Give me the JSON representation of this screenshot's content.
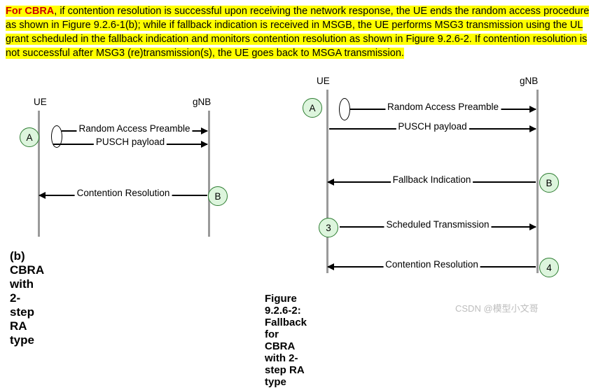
{
  "paragraph": {
    "lead": "For CBRA",
    "rest": ", if contention resolution is successful upon receiving the network response, the UE ends the random access procedure as shown in Figure 9.2.6-1(b); while if fallback indication is received in MSGB, the UE performs MSG3 transmission using the UL grant scheduled in the fallback indication and monitors contention resolution as shown in Figure 9.2.6-2. If contention resolution is not successful after MSG3 (re)transmission(s), the UE goes back to MSGA transmission."
  },
  "left_diagram": {
    "ue_label": "UE",
    "gnb_label": "gNB",
    "bubbles": [
      {
        "id": "A",
        "text": "A"
      },
      {
        "id": "B",
        "text": "B"
      }
    ],
    "messages": [
      {
        "text": "Random Access Preamble",
        "dir": "right"
      },
      {
        "text": "PUSCH payload",
        "dir": "right"
      },
      {
        "text": "Contention Resolution",
        "dir": "left"
      }
    ],
    "caption": "(b) CBRA with 2-step RA type"
  },
  "right_diagram": {
    "ue_label": "UE",
    "gnb_label": "gNB",
    "bubbles": [
      {
        "id": "A",
        "text": "A"
      },
      {
        "id": "B",
        "text": "B"
      },
      {
        "id": "3",
        "text": "3"
      },
      {
        "id": "4",
        "text": "4"
      }
    ],
    "messages": [
      {
        "text": "Random Access Preamble",
        "dir": "right"
      },
      {
        "text": "PUSCH payload",
        "dir": "right"
      },
      {
        "text": "Fallback Indication",
        "dir": "left"
      },
      {
        "text": "Scheduled Transmission",
        "dir": "right"
      },
      {
        "text": "Contention Resolution",
        "dir": "left"
      }
    ],
    "caption": "Figure 9.2.6-2: Fallback for CBRA with 2-step RA type"
  },
  "watermark": "CSDN @模型小文哥"
}
